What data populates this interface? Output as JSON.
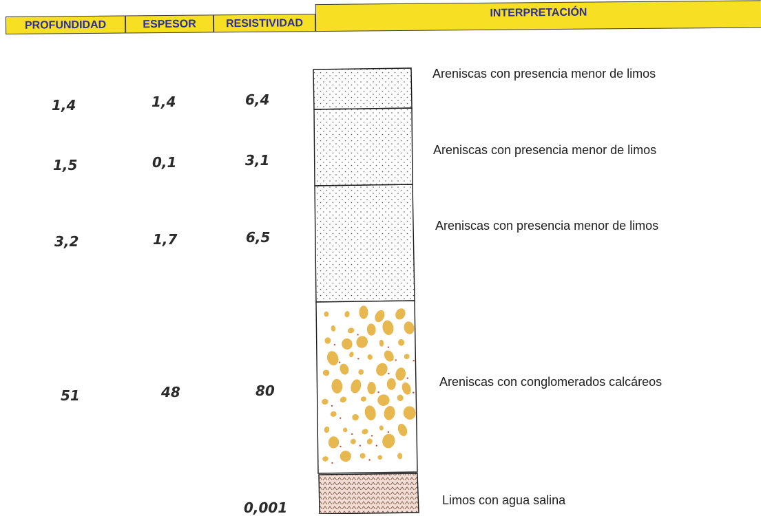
{
  "header": {
    "profundidad": "PROFUNDIDAD",
    "espesor": "ESPESOR",
    "resistividad": "RESISTIVIDAD",
    "interpretacion": "INTERPRETACIÓN"
  },
  "colors": {
    "header_fill": "#f7e024",
    "header_text": "#2b2f93",
    "gravel": "#e8b850",
    "silt_fill": "#f4ddd4",
    "silt_hatch": "#7a5a4a"
  },
  "layers": [
    {
      "profundidad": "1,4",
      "espesor": "1,4",
      "resistividad": "6,4",
      "interpretacion": "Areniscas con presencia menor de limos",
      "pattern": "dots"
    },
    {
      "profundidad": "1,5",
      "espesor": "0,1",
      "resistividad": "3,1",
      "interpretacion": "Areniscas con presencia menor de limos",
      "pattern": "dots"
    },
    {
      "profundidad": "3,2",
      "espesor": "1,7",
      "resistividad": "6,5",
      "interpretacion": "Areniscas con presencia menor de limos",
      "pattern": "dots"
    },
    {
      "profundidad": "51",
      "espesor": "48",
      "resistividad": "80",
      "interpretacion": "Areniscas con conglomerados calcáreos",
      "pattern": "gravel"
    },
    {
      "profundidad": "",
      "espesor": "",
      "resistividad": "0,001",
      "interpretacion": "Limos con agua salina",
      "pattern": "hatch"
    }
  ]
}
